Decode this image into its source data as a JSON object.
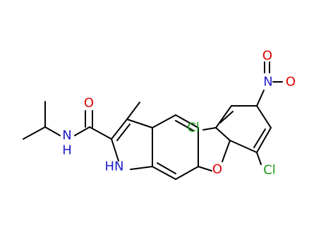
{
  "molecule": {
    "atoms": {
      "O_carbonyl": "O",
      "N_amide": "N",
      "H_amide": "H",
      "NH_indole": "HN",
      "O_ether": "O",
      "Cl_top": "Cl",
      "Cl_bottom": "Cl",
      "N_nitro": "N",
      "O_nitro_top": "O",
      "O_nitro_right": "O"
    },
    "colors": {
      "carbon": "#000000",
      "oxygen": "#e00000",
      "nitrogen": "#2020c8",
      "chlorine": "#1a9b1a"
    }
  }
}
